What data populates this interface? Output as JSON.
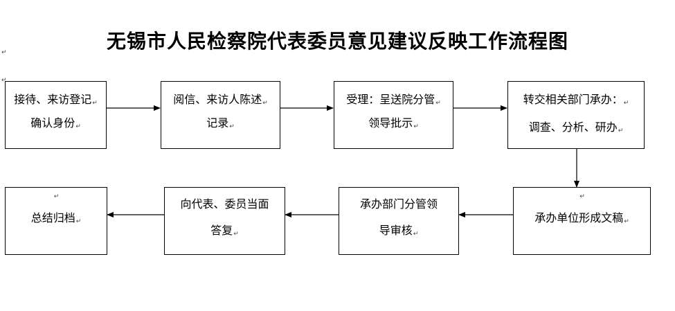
{
  "title": "无锡市人民检察院代表委员意见建议反映工作流程图",
  "para_mark": "↵",
  "steps": [
    {
      "line1": "接待、来访登记",
      "line2": "确认身份"
    },
    {
      "line1": "阅信、来访人陈述",
      "line2": "记录"
    },
    {
      "line1": "受理：呈送院分管",
      "line2": "领导批示"
    },
    {
      "line1": "转交相关部门承办：",
      "line2": "调查、分析、研办"
    },
    {
      "line1": "承办单位形成文稿"
    },
    {
      "line1": "承办部门分管领",
      "line2": "导审核"
    },
    {
      "line1": "向代表、委员当面",
      "line2": "答复"
    },
    {
      "line1": "总结归档"
    }
  ]
}
